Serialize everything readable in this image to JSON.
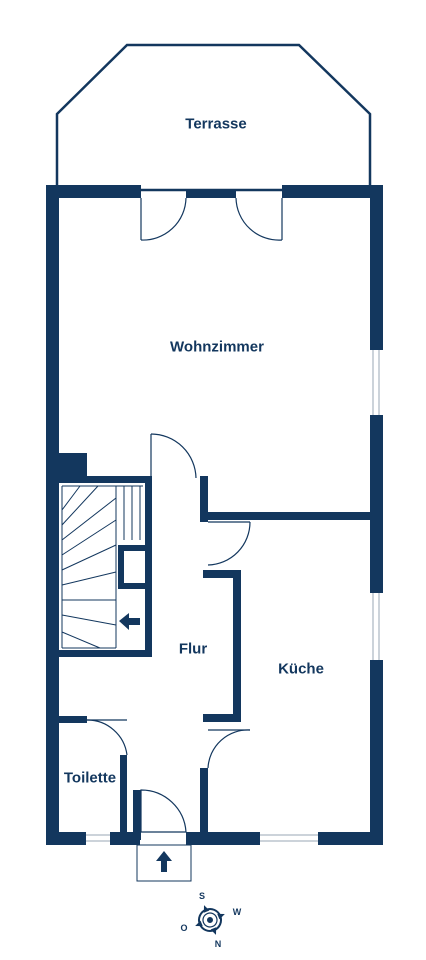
{
  "plan": {
    "wall_color": "#13375e",
    "thin_line_color": "#13375e",
    "window_line_color": "#9aa7b6",
    "background": "#ffffff",
    "rooms": [
      {
        "id": "terrasse",
        "label": "Terrasse"
      },
      {
        "id": "wohnzimmer",
        "label": "Wohnzimmer"
      },
      {
        "id": "flur",
        "label": "Flur"
      },
      {
        "id": "kueche",
        "label": "Küche"
      },
      {
        "id": "toilette",
        "label": "Toilette"
      }
    ],
    "compass": {
      "north": "N",
      "south": "S",
      "east": "O",
      "west": "W",
      "icon": "compass-rose-icon"
    },
    "icons": {
      "stair_arrow": "arrow-left-icon",
      "entrance_arrow": "arrow-up-icon"
    }
  }
}
